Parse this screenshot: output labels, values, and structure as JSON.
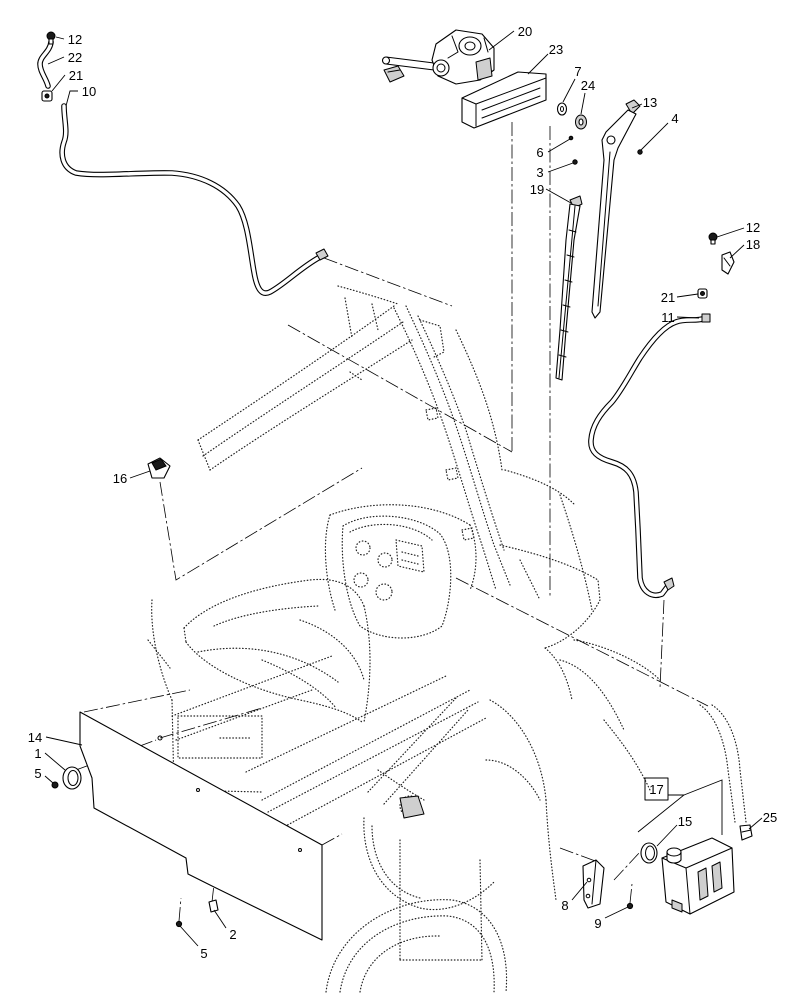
{
  "callouts": [
    "12",
    "22",
    "21",
    "10",
    "20",
    "23",
    "7",
    "24",
    "13",
    "4",
    "6",
    "3",
    "19",
    "12",
    "18",
    "21",
    "11",
    "16",
    "14",
    "1",
    "5",
    "17",
    "15",
    "25",
    "8",
    "9",
    "5",
    "2"
  ]
}
